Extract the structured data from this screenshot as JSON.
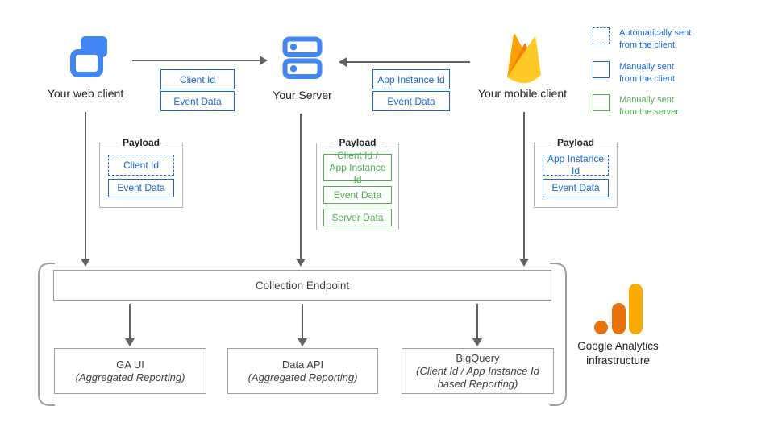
{
  "colors": {
    "blue": "#1967D2",
    "icon_blue": "#4285F4",
    "green": "#4CAF50",
    "box_border_gray": "#9E9E9E",
    "arrow_gray": "#5F6368",
    "firebase_amber": "#FFA000",
    "firebase_orange": "#F57C00",
    "firebase_yellow": "#FFCA28",
    "ga_orange": "#E8710A",
    "ga_amber": "#F9AB00"
  },
  "clients": {
    "web": {
      "label": "Your web client",
      "icon": "web-client-icon"
    },
    "server": {
      "label": "Your Server",
      "icon": "server-icon"
    },
    "mobile": {
      "label": "Your mobile client",
      "icon": "firebase-icon"
    }
  },
  "flow_params": {
    "web_to_server": [
      "Client Id",
      "Event Data"
    ],
    "mobile_to_server": [
      "App Instance Id",
      "Event Data"
    ]
  },
  "legend": [
    {
      "style": "dashed-blue",
      "label": "Automatically sent\nfrom the client"
    },
    {
      "style": "solid-blue",
      "label": "Manually sent\nfrom the client"
    },
    {
      "style": "solid-green",
      "label": "Manually sent\nfrom the server"
    }
  ],
  "payloads": {
    "title": "Payload",
    "web": [
      {
        "style": "dashed-blue",
        "label": "Client Id"
      },
      {
        "style": "solid-blue",
        "label": "Event Data"
      }
    ],
    "server": [
      {
        "style": "solid-green",
        "label": "Client Id /\nApp Instance Id"
      },
      {
        "style": "solid-green",
        "label": "Event Data"
      },
      {
        "style": "solid-green",
        "label": "Server Data"
      }
    ],
    "mobile": [
      {
        "style": "dashed-blue",
        "label": "App Instance Id"
      },
      {
        "style": "solid-blue",
        "label": "Event Data"
      }
    ]
  },
  "infrastructure": {
    "collection_endpoint": "Collection Endpoint",
    "outputs": [
      {
        "title": "GA UI",
        "subtitle": "(Aggregated Reporting)"
      },
      {
        "title": "Data API",
        "subtitle": "(Aggregated Reporting)"
      },
      {
        "title": "BigQuery",
        "subtitle": "(Client Id / App Instance Id\nbased Reporting)"
      }
    ],
    "brand": "Google Analytics\ninfrastructure"
  }
}
